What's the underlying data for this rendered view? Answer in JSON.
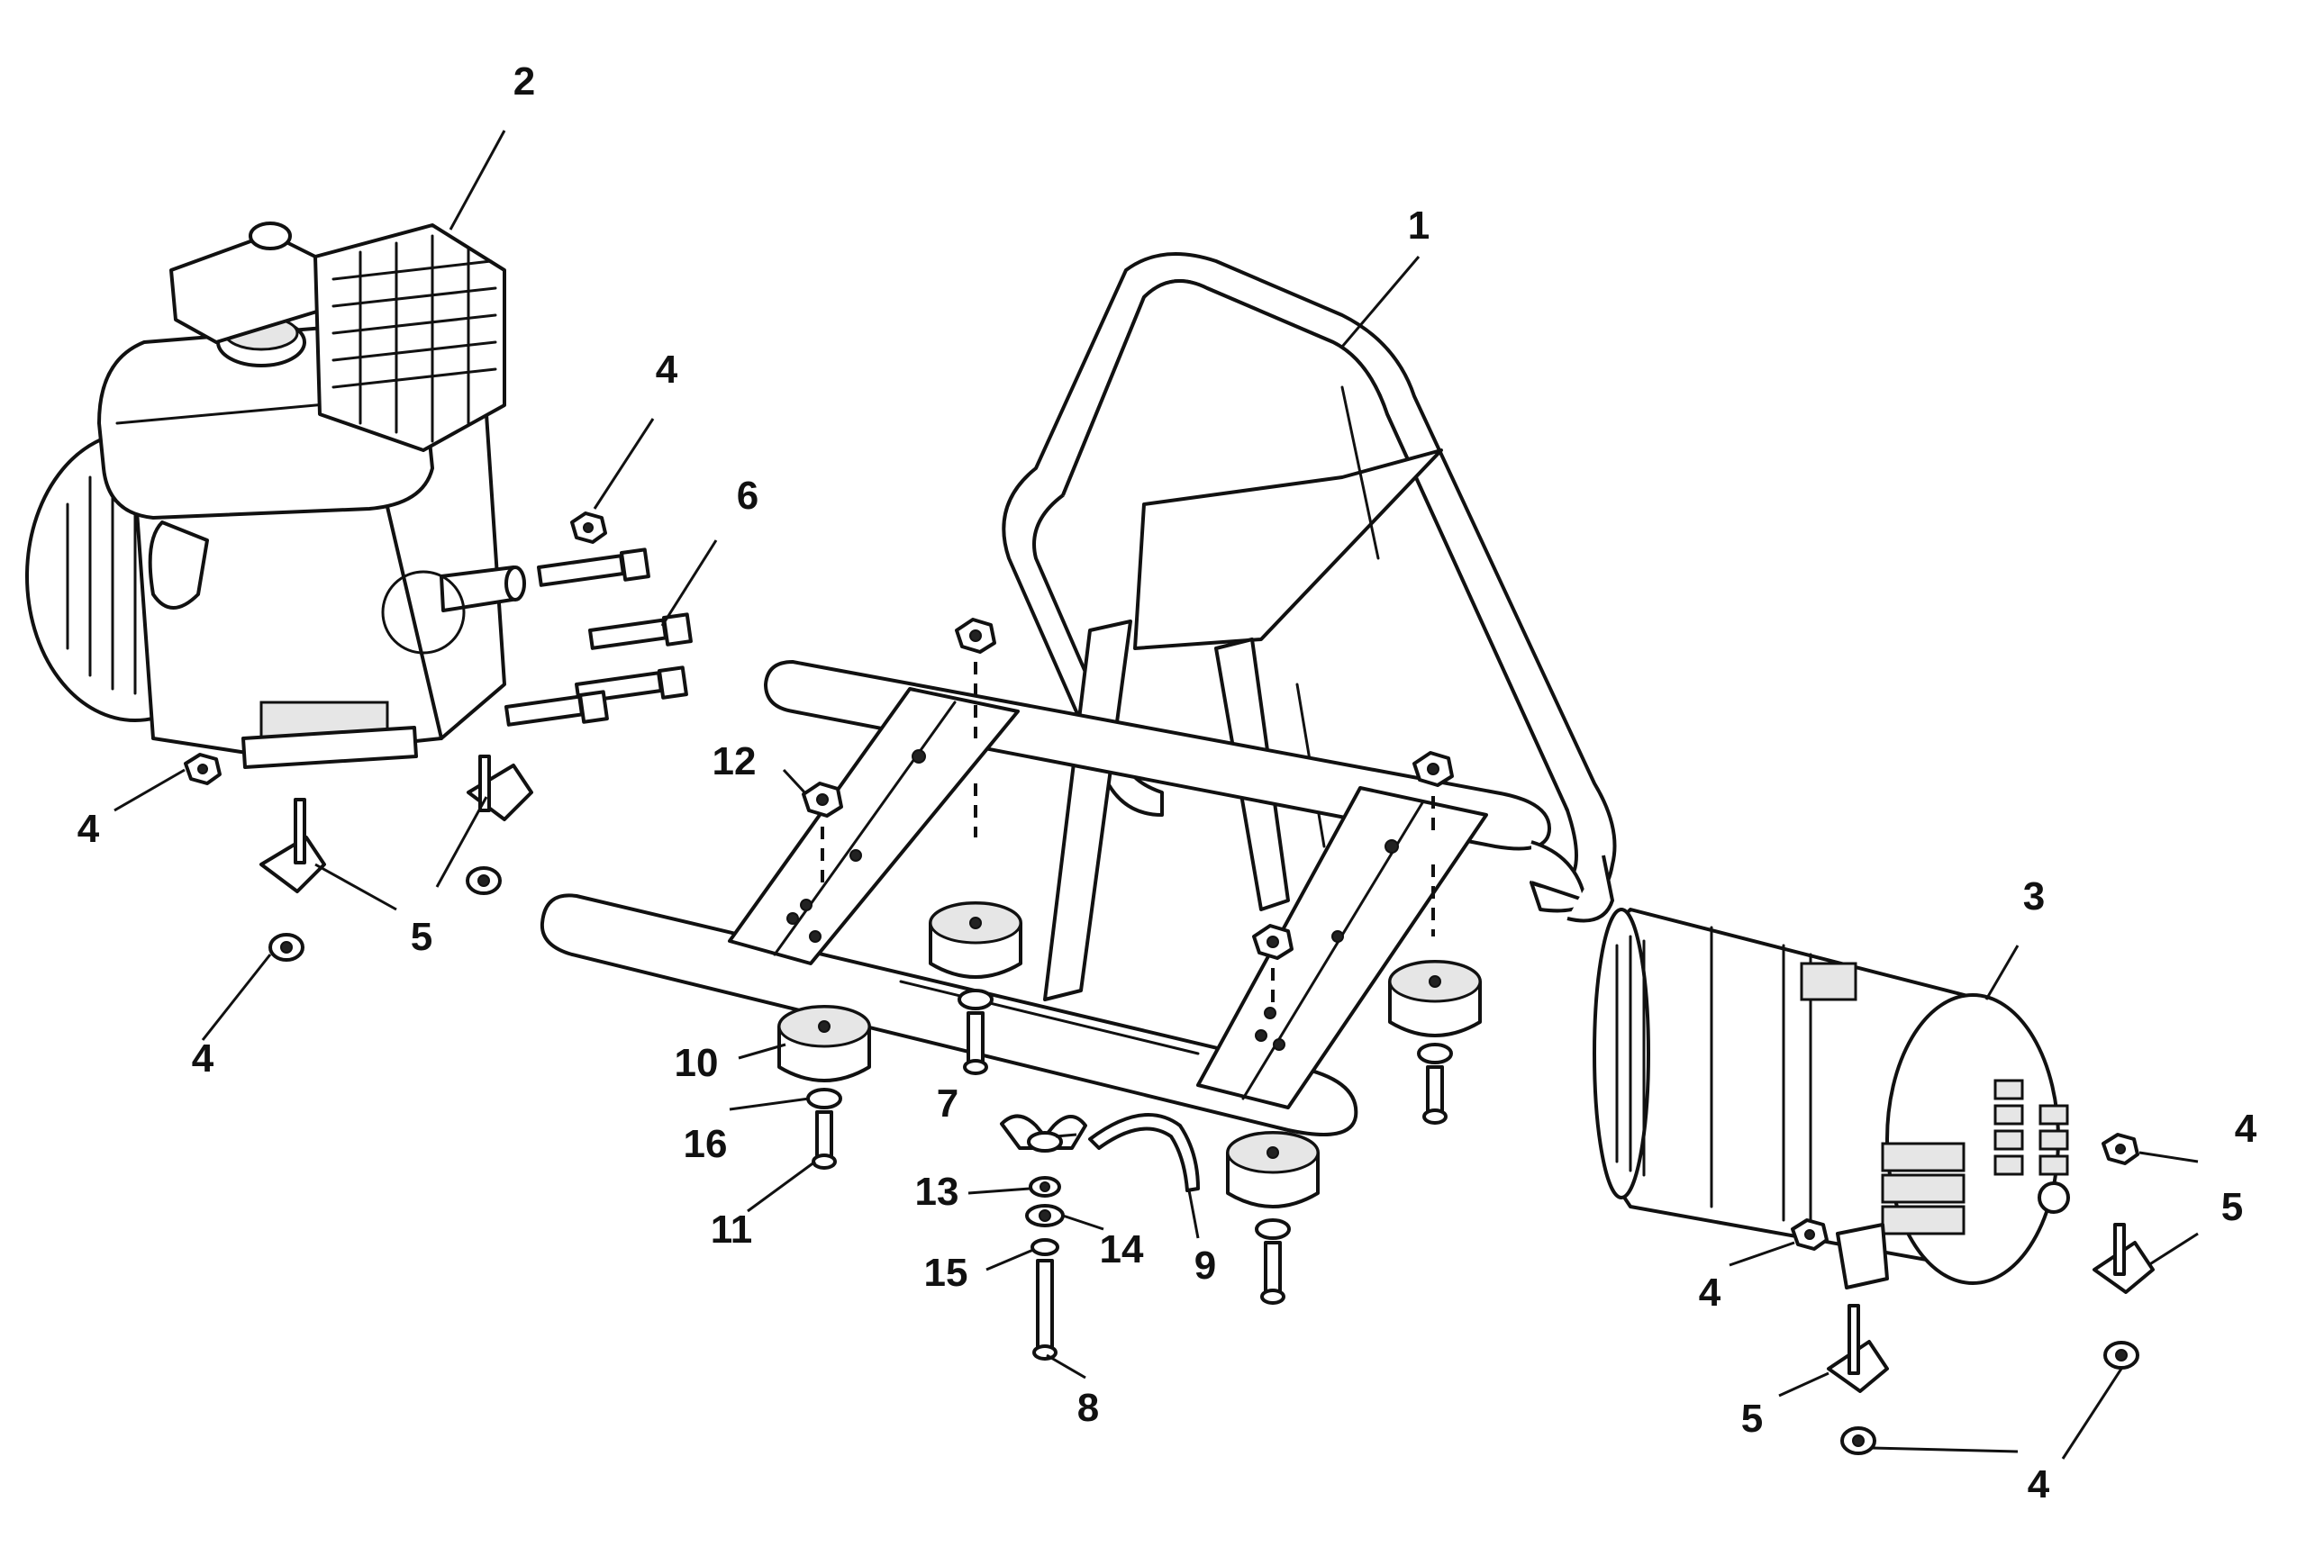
{
  "callouts": [
    {
      "id": "c1",
      "text": "1"
    },
    {
      "id": "c2",
      "text": "2"
    },
    {
      "id": "c3",
      "text": "3"
    },
    {
      "id": "c4a",
      "text": "4"
    },
    {
      "id": "c4b",
      "text": "4"
    },
    {
      "id": "c4c",
      "text": "4"
    },
    {
      "id": "c4d",
      "text": "4"
    },
    {
      "id": "c4e",
      "text": "4"
    },
    {
      "id": "c4f",
      "text": "4"
    },
    {
      "id": "c5a",
      "text": "5"
    },
    {
      "id": "c5b",
      "text": "5"
    },
    {
      "id": "c5c",
      "text": "5"
    },
    {
      "id": "c6",
      "text": "6"
    },
    {
      "id": "c7",
      "text": "7"
    },
    {
      "id": "c8",
      "text": "8"
    },
    {
      "id": "c9",
      "text": "9"
    },
    {
      "id": "c10",
      "text": "10"
    },
    {
      "id": "c11",
      "text": "11"
    },
    {
      "id": "c12",
      "text": "12"
    },
    {
      "id": "c13",
      "text": "13"
    },
    {
      "id": "c14",
      "text": "14"
    },
    {
      "id": "c15",
      "text": "15"
    },
    {
      "id": "c16",
      "text": "16"
    }
  ]
}
